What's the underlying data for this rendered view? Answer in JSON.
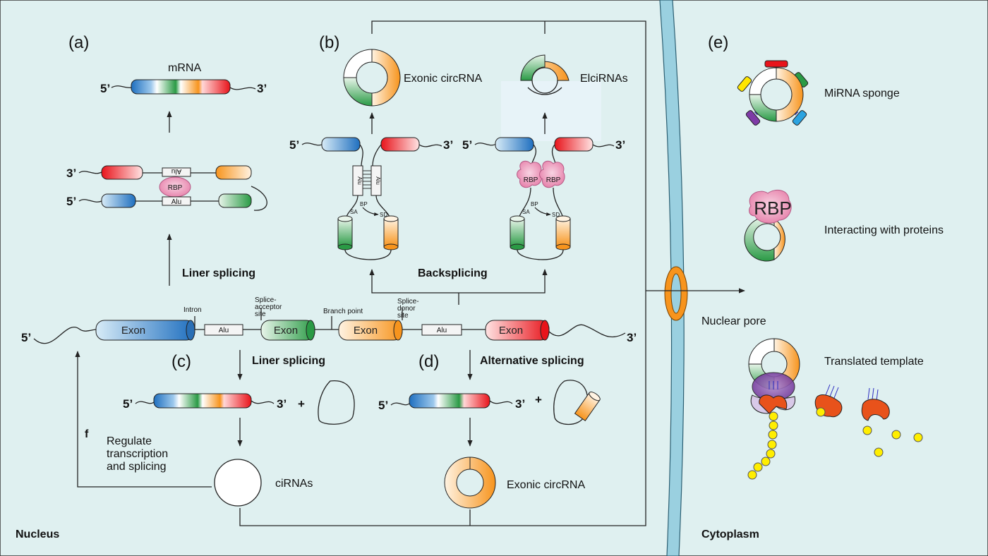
{
  "panels": {
    "a": "(a)",
    "b": "(b)",
    "c": "(c)",
    "d": "(d)",
    "e": "(e)",
    "f": "f"
  },
  "compartments": {
    "nucleus": "Nucleus",
    "cytoplasm": "Cytoplasm"
  },
  "ends": {
    "five": "5’",
    "three": "3’",
    "plus": "+"
  },
  "panel_a": {
    "product": "mRNA",
    "process": "Liner splicing",
    "alu": "Alu",
    "rbp": "RBP"
  },
  "panel_b": {
    "process": "Backsplicing",
    "product_exonic": "Exonic circRNA",
    "product_elci": "ElciRNAs",
    "alu": "Alu",
    "rbp": "RBP",
    "bp": "BP",
    "sa": "SA",
    "sd": "SD"
  },
  "gene": {
    "exon": "Exon",
    "alu": "Alu",
    "intron": "Intron",
    "splice_acceptor": [
      "Splice-",
      "acceptor",
      "site"
    ],
    "branch_point": "Branch point",
    "splice_donor": [
      "Splice-",
      "donor",
      "site"
    ]
  },
  "panel_c": {
    "process": "Liner splicing",
    "product": "ciRNAs"
  },
  "panel_d": {
    "process": "Alternative splicing",
    "product": "Exonic circRNA"
  },
  "panel_f": {
    "text": [
      "Regulate",
      "transcription",
      "and splicing"
    ]
  },
  "membrane": {
    "pore": "Nuclear pore"
  },
  "panel_e": {
    "functions": [
      "MiRNA sponge",
      "Interacting with proteins",
      "Translated template"
    ],
    "rbp": "RBP"
  },
  "colors": {
    "background": "#dff0f0",
    "membrane": "#9ad0e0",
    "blue": "#1f70c0",
    "green": "#2a9a45",
    "orange": "#f7941d",
    "red": "#e8141b",
    "rbp": "#f0a3c2"
  }
}
